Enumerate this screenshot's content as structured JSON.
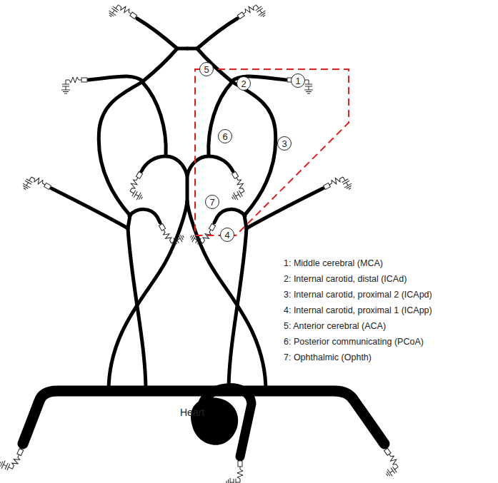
{
  "diagram": {
    "nodes": [
      {
        "text": [
          "5"
        ]
      },
      {
        "text": [
          "1"
        ]
      },
      {
        "text": [
          "2"
        ]
      },
      {
        "text": [
          "6"
        ]
      },
      {
        "text": [
          "3"
        ]
      },
      {
        "text": [
          "7"
        ]
      },
      {
        "text": [
          "4"
        ]
      }
    ],
    "labels": [
      "Heart",
      "1: Middle cerebral (MCA)",
      "2: Internal carotid, distal (ICAd)",
      "3: Internal carotid, proximal 2 (ICApd)",
      "4: Internal carotid, proximal 1 (ICApp)",
      "5: Anterior cerebral (ACA)",
      "6: Posterior communicating (PCoA)",
      "7: Ophthalmic (Ophth)"
    ]
  }
}
